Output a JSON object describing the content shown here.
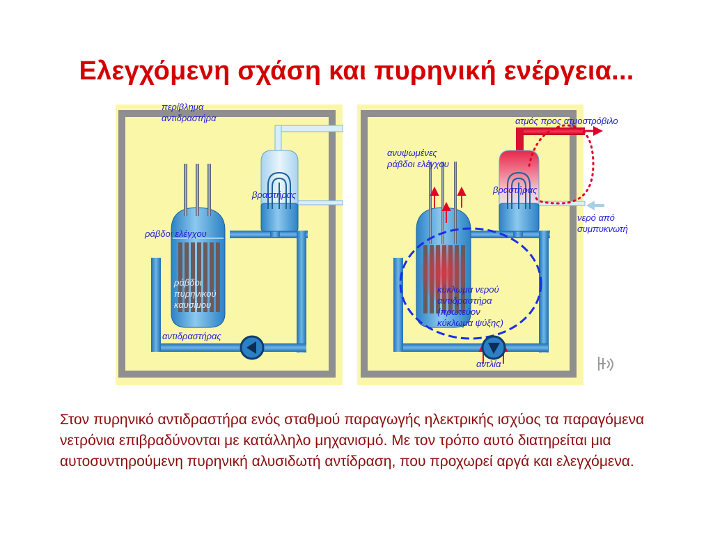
{
  "slide": {
    "title": "Ελεγχόμενη σχάση και  πυρηνική ενέργεια...",
    "caption": "Στον πυρηνικό αντιδραστήρα ενός σταθμού παραγωγής ηλεκτρικής ισχύος τα παραγόμενα νετρόνια επιβραδύνονται με κατάλληλο μηχανισμό. Με τον τρόπο αυτό διατηρείται μια αυτοσυντηρούμενη πυρηνική αλυσιδωτή αντίδραση, που προχωρεί αργά και ελεγχόμενα."
  },
  "left_panel": {
    "labels": {
      "containment": "περίβλημα\nαντιδραστήρα",
      "boiler": "βραστήρας",
      "control_rods": "ράβδοι ελέγχου",
      "fuel_rods": "ράβδοι\nπυρηνικού\nκαυσίμου",
      "reactor": "αντιδραστήρας"
    }
  },
  "right_panel": {
    "labels": {
      "steam_to_turbine": "ατμός προς ατμοστρόβιλο",
      "raised_rods": "ανυψωμένες\nράβδοι ελέγχου",
      "boiler": "βραστήρας",
      "condenser_water": "νερό από\nσυμπυκνωτή",
      "primary_loop": "κύκλωμα νερού\n  αντιδραστήρα\n(πρωτεύον\nκύκλωμα ψύξης)",
      "pump": "αντλία"
    }
  },
  "colors": {
    "title": "#d40000",
    "caption": "#8b0e0e",
    "panel_bg": "#fbf7a8",
    "wall": "#8f8f8f",
    "label": "#1f1fd8",
    "steam": "#e2002a",
    "dashed_loop": "#1a2ee8",
    "inflow_arrow": "#a9cfe6"
  },
  "icons": [
    "pump-icon",
    "speaker-icon",
    "arrow-up-icon",
    "arrow-right-icon"
  ]
}
